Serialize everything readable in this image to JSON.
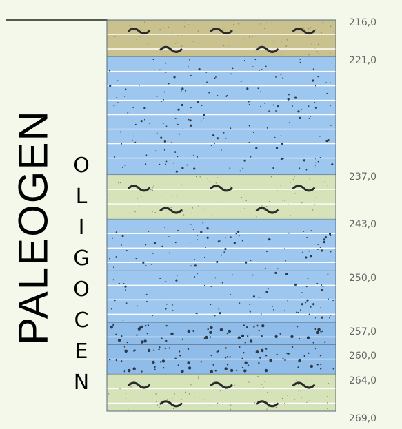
{
  "column": {
    "period_label": "PALEOGEN",
    "epoch_label": "OLIGOCEN",
    "depth_labels": [
      "216,0",
      "221,0",
      "237,0",
      "243,0",
      "250,0",
      "257,0",
      "260,0",
      "264,0",
      "269,0"
    ],
    "layers": [
      {
        "lithology": "clay",
        "top": "216,0",
        "bottom": "221,0",
        "color": "#c9c28e",
        "dark": true
      },
      {
        "lithology": "sand",
        "top": "221,0",
        "bottom": "237,0",
        "color": "#9ec7f0"
      },
      {
        "lithology": "clay",
        "top": "237,0",
        "bottom": "243,0",
        "color": "#d6e3b8"
      },
      {
        "lithology": "sand",
        "top": "243,0",
        "bottom": "250,0",
        "color": "#9ec7f0"
      },
      {
        "lithology": "sand",
        "top": "250,0",
        "bottom": "257,0",
        "color": "#9ec7f0"
      },
      {
        "lithology": "gravelly sand",
        "top": "257,0",
        "bottom": "260,0",
        "color": "#8fbce8"
      },
      {
        "lithology": "gravelly sand",
        "top": "260,0",
        "bottom": "264,0",
        "color": "#8fbce8"
      },
      {
        "lithology": "clay",
        "top": "264,0",
        "bottom": "269,0",
        "color": "#d6e3b8"
      }
    ],
    "colors": {
      "background": "#f3f8ea",
      "sand": "#9ec7f0",
      "clay_light": "#d6e3b8",
      "clay_dark": "#c9c28e",
      "dot": "#2d3a4a",
      "tilde": "#2b2b2b"
    }
  }
}
